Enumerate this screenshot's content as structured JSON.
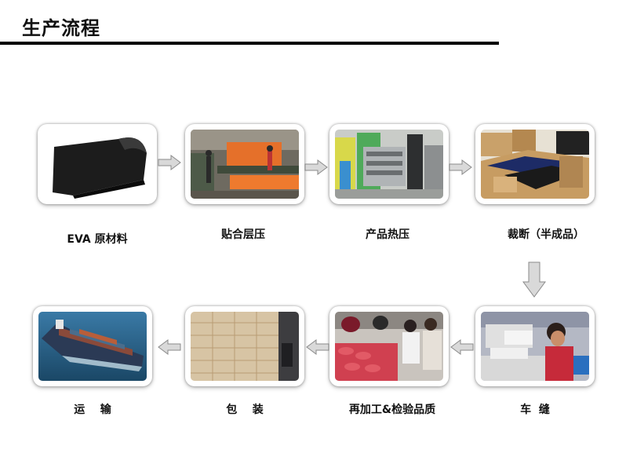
{
  "title": "生产流程",
  "steps": [
    {
      "label": "EVA 原材料",
      "icon": "eva-sheet-photo"
    },
    {
      "label": "贴合层压",
      "icon": "laminating-line-photo"
    },
    {
      "label": "产品热压",
      "icon": "hot-press-machine-photo"
    },
    {
      "label": "裁断（半成品）",
      "icon": "cut-pieces-boxes-photo"
    },
    {
      "label": "车  缝",
      "icon": "sewing-worker-photo"
    },
    {
      "label": "再加工&检验品质",
      "icon": "inspection-workers-photo"
    },
    {
      "label": "包    装",
      "icon": "carton-stack-photo"
    },
    {
      "label": "运    输",
      "icon": "cargo-ship-photo"
    }
  ],
  "colors": {
    "title_bar": "#000000",
    "arrow_fill": "#d9d9d9",
    "arrow_stroke": "#8a8a8a"
  }
}
